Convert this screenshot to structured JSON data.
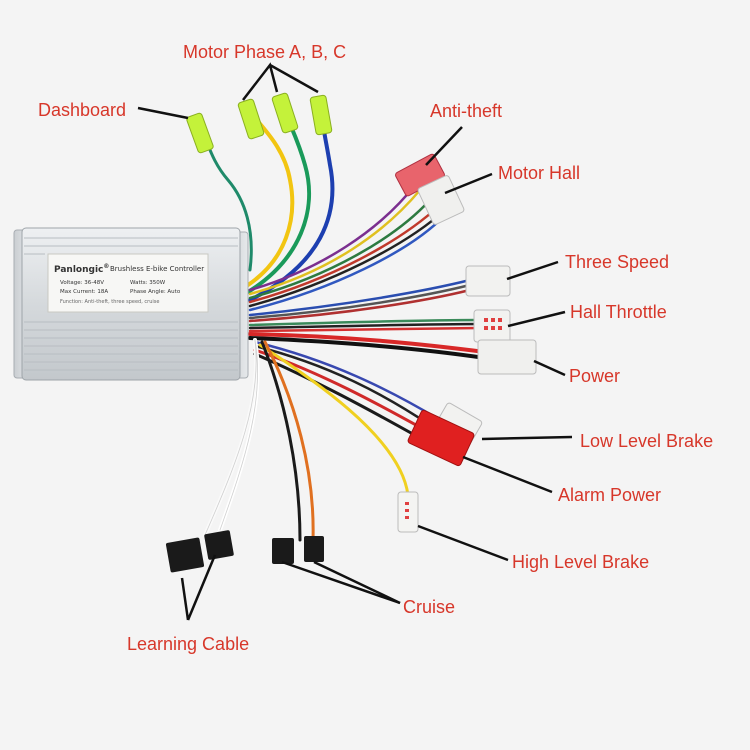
{
  "controller": {
    "brand": "Panlongic",
    "brand_mark": "®",
    "title": "Brushless E-bike Controller",
    "voltage": "Voltage: 36-48V",
    "watts": "Watts: 350W",
    "max_current": "Max Current: 18A",
    "phase_angle": "Phase Angle: Auto",
    "functions": "Function: Anti-theft, three speed, cruise"
  },
  "labels": {
    "motor_phase": "Motor Phase A, B, C",
    "dashboard": "Dashboard",
    "anti_theft": "Anti-theft",
    "motor_hall": "Motor Hall",
    "three_speed": "Three Speed",
    "hall_throttle": "Hall Throttle",
    "power": "Power",
    "low_level_brake": "Low Level Brake",
    "alarm_power": "Alarm Power",
    "high_level_brake": "High Level Brake",
    "cruise": "Cruise",
    "learning_cable": "Learning Cable"
  },
  "colors": {
    "label_text": "#d7372a",
    "leader_line": "#111111",
    "background": "#f4f4f4",
    "housing": "#d9dde0"
  }
}
